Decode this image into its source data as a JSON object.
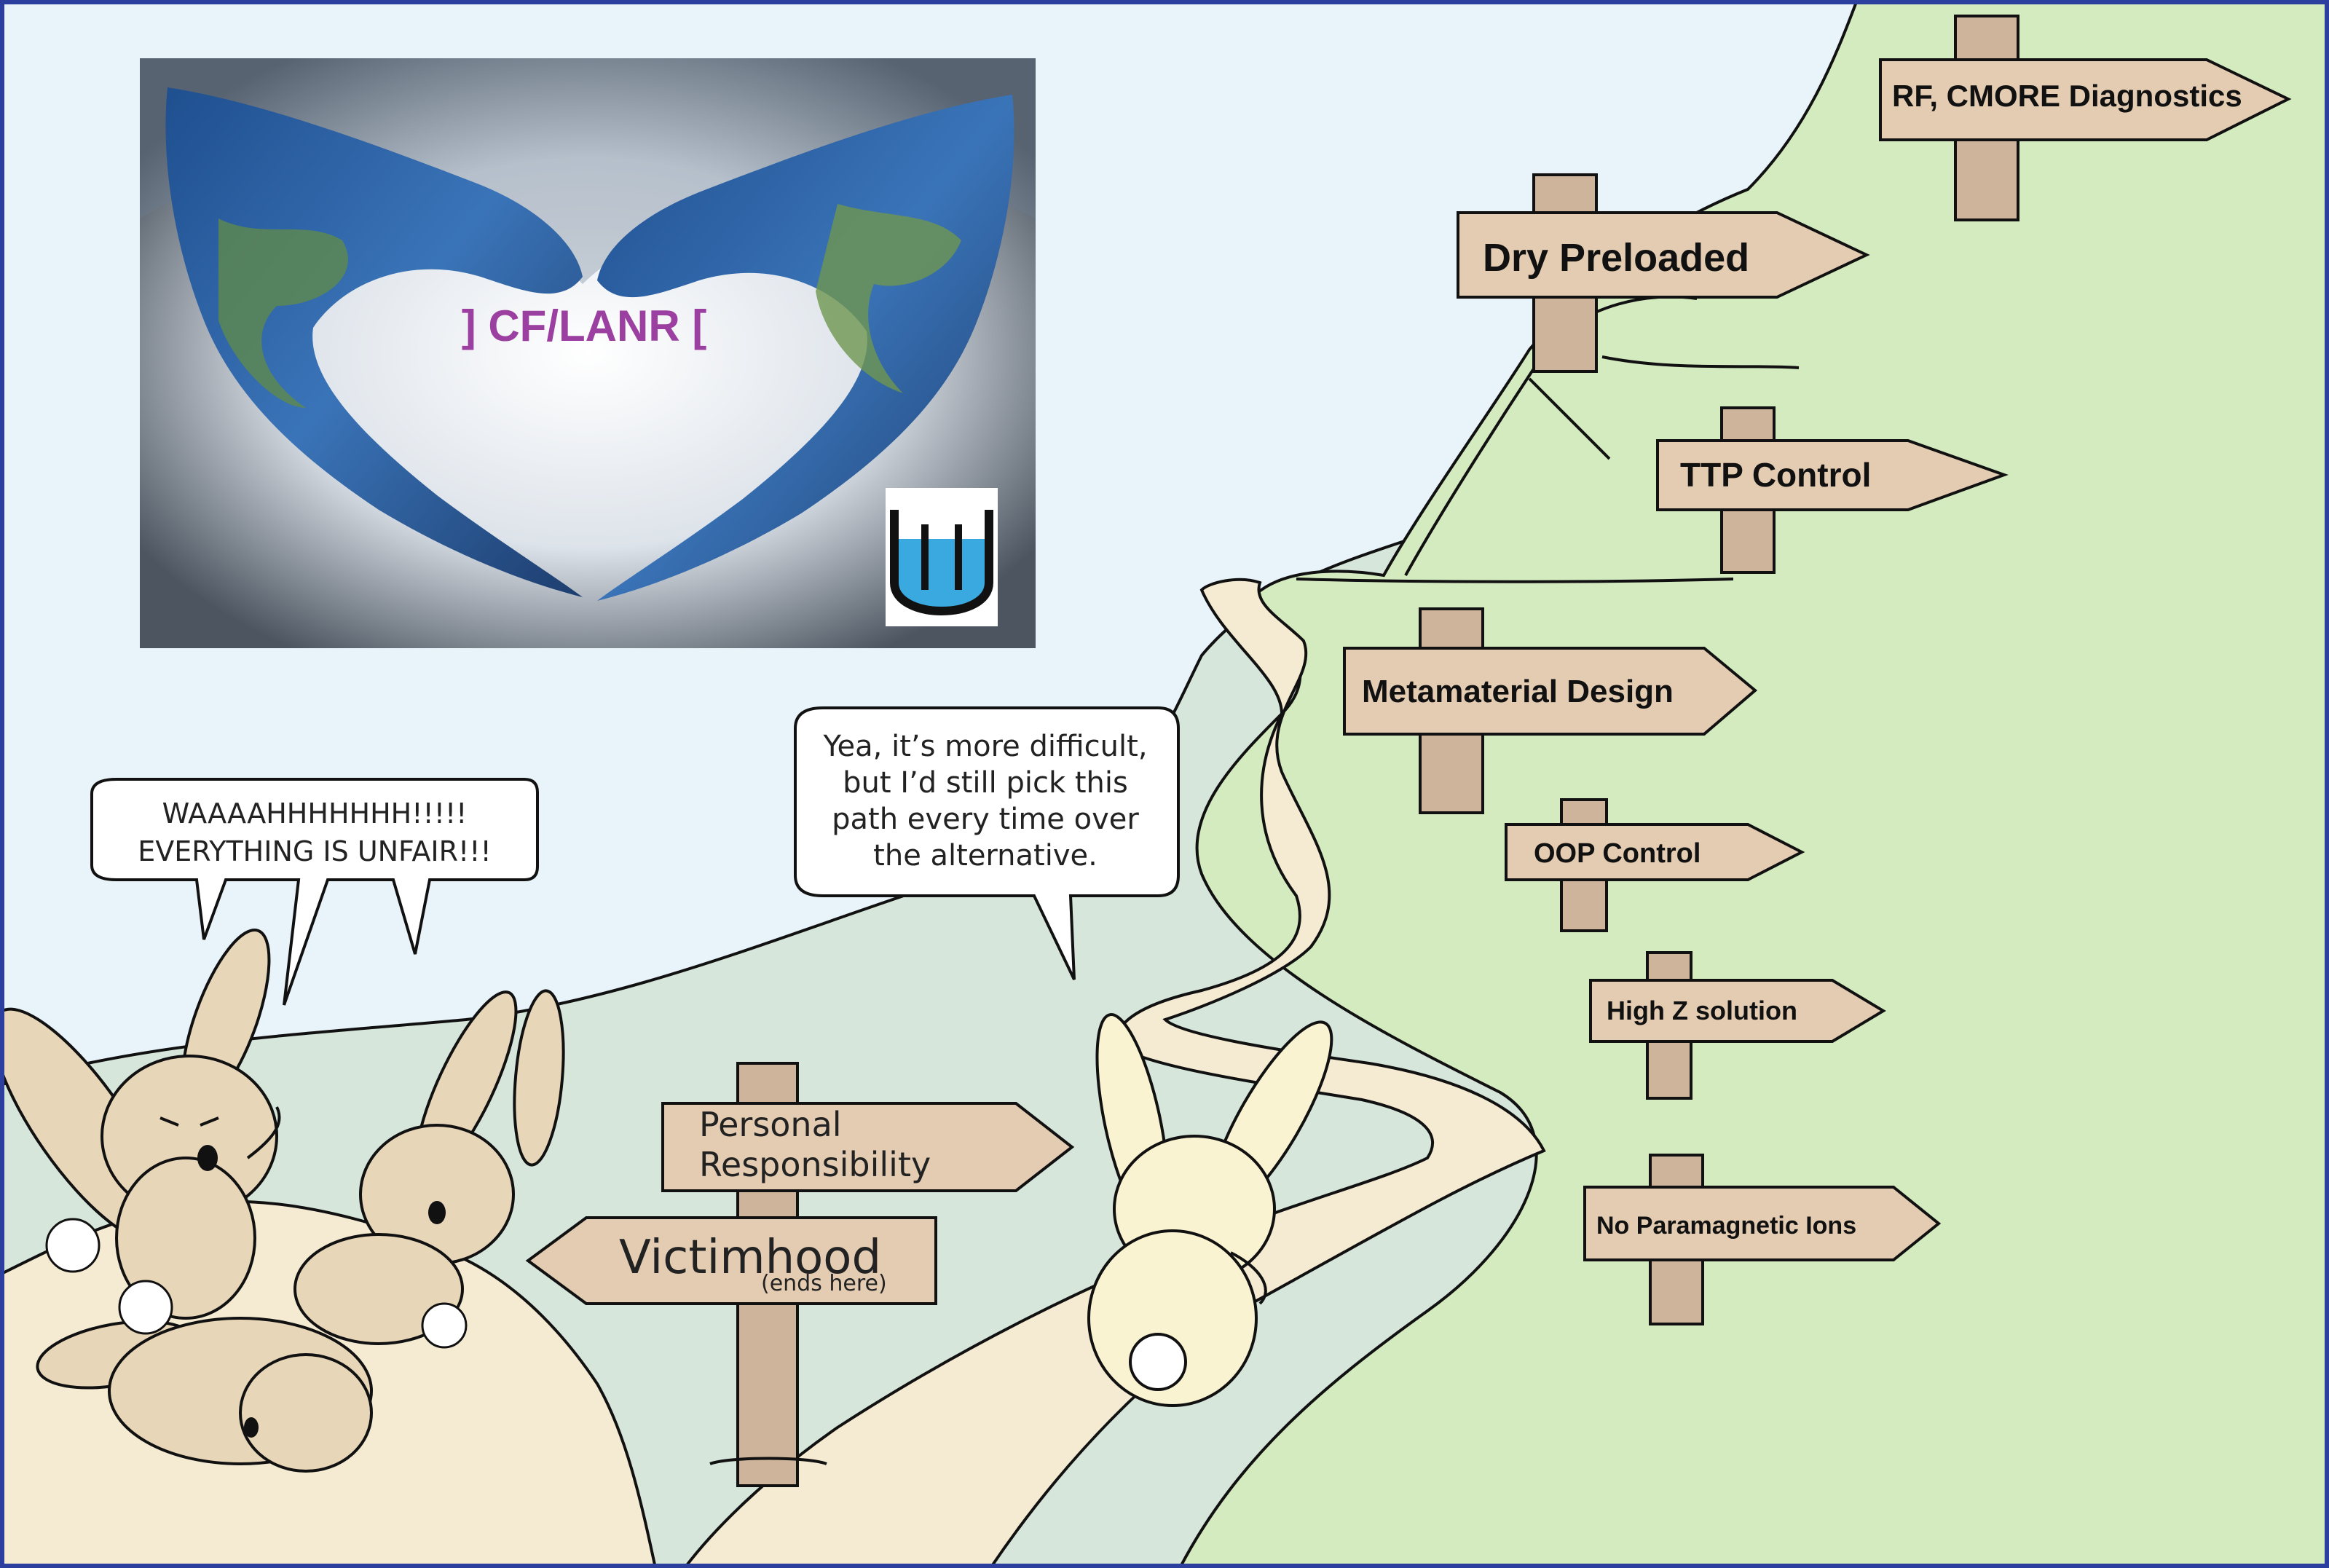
{
  "logo": {
    "title": "] CF/LANR [",
    "title_color": "#9b3fa0"
  },
  "bubbles": {
    "left_line1": "WAAAAHHHHHHH!!!!!",
    "left_line2": "EVERYTHING IS UNFAIR!!!",
    "right_line1": "Yea, it’s more difficult,",
    "right_line2": "but I’d still pick this",
    "right_line3": "path every time over",
    "right_line4": "the alternative."
  },
  "signs": {
    "personal_line1": "Personal",
    "personal_line2": "Responsibility",
    "victimhood": "Victimhood",
    "victimhood_note": "(ends here)",
    "rf_cmore": "RF, CMORE Diagnostics",
    "dry_preloaded": "Dry Preloaded",
    "ttp_control": "TTP  Control",
    "metamaterial": "Metamaterial Design",
    "oop_control": "OOP  Control",
    "high_z": "High  Z  solution",
    "no_paramagnetic": "No  Paramagnetic  Ions"
  },
  "colors": {
    "sky": "#e8f3fa",
    "hills": "#d6e6da",
    "green_field": "#d4ebc0",
    "path": "#f5ebd3",
    "sign": "#e3ccb2",
    "post": "#cdb49b",
    "bunny": "#e8d6b8",
    "border": "#2c3e9e"
  }
}
